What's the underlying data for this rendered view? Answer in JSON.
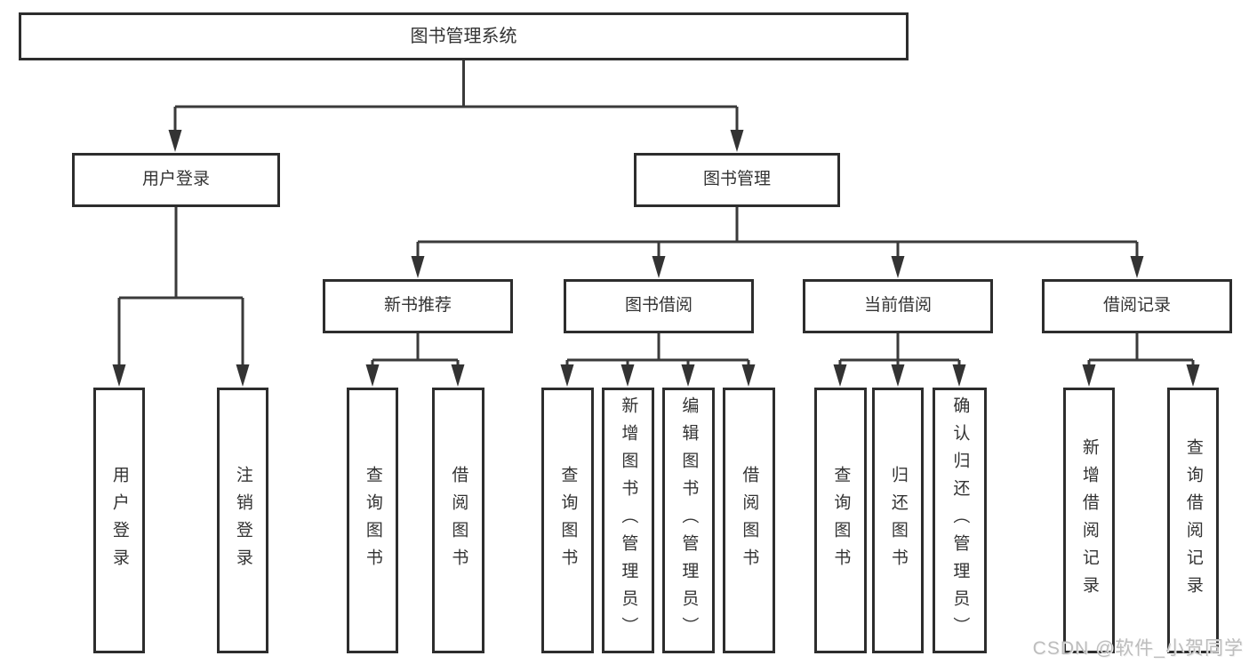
{
  "diagram": {
    "tree": {
      "root": "图书管理系统",
      "children": [
        {
          "label": "用户登录",
          "children": [
            {
              "label": "用户登录"
            },
            {
              "label": "注销登录"
            }
          ]
        },
        {
          "label": "图书管理",
          "children": [
            {
              "label": "新书推荐",
              "children": [
                {
                  "label": "查询图书"
                },
                {
                  "label": "借阅图书"
                }
              ]
            },
            {
              "label": "图书借阅",
              "children": [
                {
                  "label": "查询图书"
                },
                {
                  "label": "新增图书（管理员）"
                },
                {
                  "label": "编辑图书（管理员）"
                },
                {
                  "label": "借阅图书"
                }
              ]
            },
            {
              "label": "当前借阅",
              "children": [
                {
                  "label": "查询图书"
                },
                {
                  "label": "归还图书"
                },
                {
                  "label": "确认归还（管理员）"
                }
              ]
            },
            {
              "label": "借阅记录",
              "children": [
                {
                  "label": "新增借阅记录"
                },
                {
                  "label": "查询借阅记录"
                }
              ]
            }
          ]
        }
      ]
    },
    "colors": {
      "box_border": "#2d2d2d",
      "connector_line": "#3a3a3a",
      "arrowhead": "#333333",
      "text": "#333333",
      "watermark_text": "#bdbdbd",
      "background": "#ffffff"
    }
  },
  "watermark": {
    "text": "CSDN @软件_小贺同学"
  }
}
